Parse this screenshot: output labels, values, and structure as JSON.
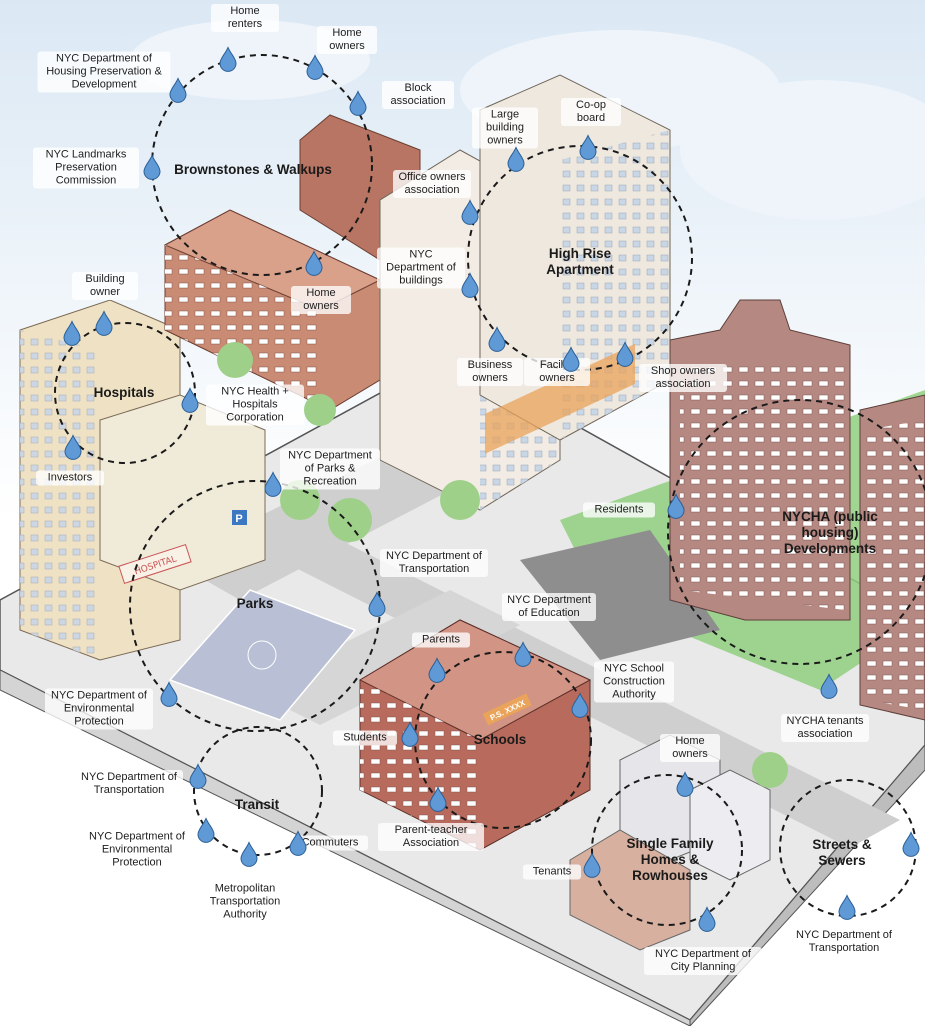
{
  "groups": [
    {
      "name": "Brownstones & Walkups"
    },
    {
      "name": "High Rise Apartment"
    },
    {
      "name": "Hospitals"
    },
    {
      "name": "Parks"
    },
    {
      "name": "Schools"
    },
    {
      "name": "NYCHA (public housing) Developments"
    },
    {
      "name": "Transit"
    },
    {
      "name": "Single Family Homes & Rowhouses"
    },
    {
      "name": "Streets & Sewers"
    }
  ],
  "stakeholders": [
    "Home renters",
    "Home owners",
    "NYC Department of Housing Preservation & Development",
    "Block association",
    "NYC Landmarks Preservation Commission",
    "Home owners",
    "Large building owners",
    "Co-op board",
    "Office owners association",
    "NYC Department of buildings",
    "Business owners",
    "Facility owners",
    "Shop owners association",
    "Building owner",
    "NYC Health + Hospitals Corporation",
    "Investors",
    "NYC Department of Parks & Recreation",
    "Residents",
    "NYC Department of Transportation",
    "NYC Department of Education",
    "Parents",
    "NYC School Construction Authority",
    "NYC Department of Environmental Protection",
    "Students",
    "NYCHA tenants association",
    "Home owners",
    "NYC Department of Transportation",
    "NYC Department of Environmental Protection",
    "Parent-teacher Association",
    "Commuters",
    "Metropolitan Transportation Authority",
    "Tenants",
    "NYC Department of City Planning",
    "NYC Department of Transportation"
  ],
  "signs": {
    "hospital": "HOSPITAL",
    "school": "P.S. XXXX",
    "parking": "P"
  },
  "colors": {
    "sky": "#dbe8f4",
    "brick": "#c98b73",
    "brick_dark": "#a9624f",
    "highrise": "#f2ece4",
    "nycha": "#b68882",
    "hospital": "#efe1c4",
    "lawn": "#8fcf7e",
    "court": "#b9bfd4",
    "street": "#c9c9c9",
    "drop": "#5f9ad6",
    "circle": "#1a1a1a"
  }
}
